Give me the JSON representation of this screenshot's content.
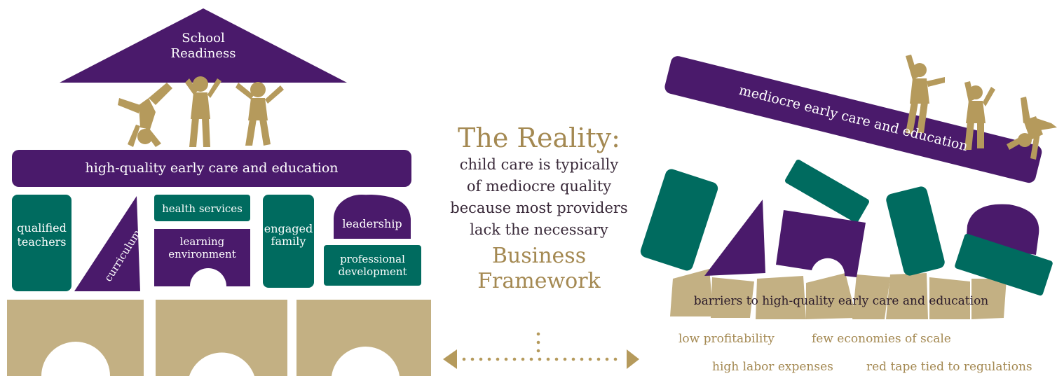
{
  "left": {
    "roof_line1": "School",
    "roof_line2": "Readiness",
    "beam": "high-quality early care and education",
    "blocks": {
      "qualified_teachers_1": "qualified",
      "qualified_teachers_2": "teachers",
      "curriculum": "curriculum",
      "health_services": "health services",
      "learning_env_1": "learning",
      "learning_env_2": "environment",
      "engaged_family_1": "engaged",
      "engaged_family_2": "family",
      "leadership": "leadership",
      "prof_dev_1": "professional",
      "prof_dev_2": "development"
    }
  },
  "center": {
    "heading": "The Reality:",
    "line1": "child care is typically",
    "line2": "of mediocre quality",
    "line3": "because most providers",
    "line4": "lack the necessary",
    "emph1": "Business",
    "emph2": "Framework"
  },
  "right": {
    "beam": "mediocre early care and education",
    "foundation": "barriers to high-quality early care and education",
    "barriers": [
      "low profitability",
      "few economies of scale",
      "high labor expenses",
      "red tape tied to regulations"
    ]
  },
  "colors": {
    "purple": "#4a1a6b",
    "teal": "#006b5f",
    "tan": "#c3b083",
    "gold": "#a48952"
  }
}
